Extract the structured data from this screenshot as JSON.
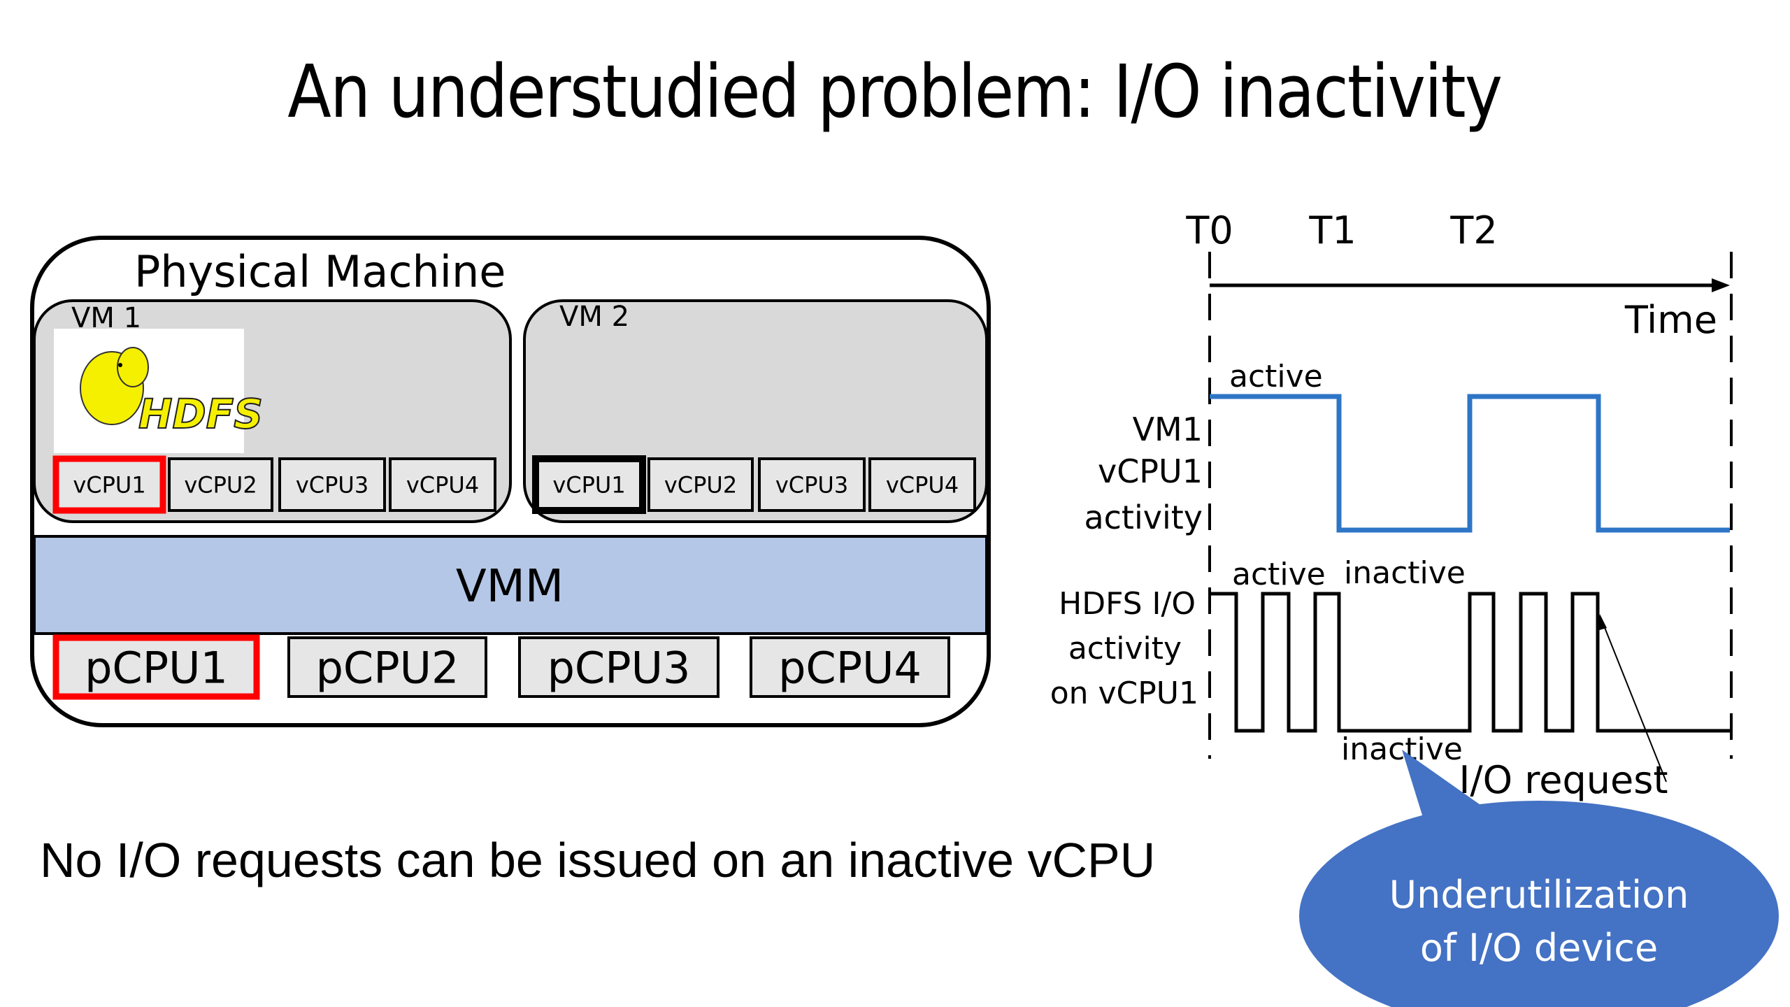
{
  "slide": {
    "title": "An understudied problem: I/O inactivity",
    "bottom_note": "No I/O requests can be issued on an inactive vCPU"
  },
  "machine": {
    "label": "Physical Machine",
    "vmm_label": "VMM",
    "vms": [
      {
        "label": "VM 1",
        "logo": "HDFS",
        "vcpus": [
          {
            "label": "vCPU1",
            "highlight": "red"
          },
          {
            "label": "vCPU2",
            "highlight": "none"
          },
          {
            "label": "vCPU3",
            "highlight": "none"
          },
          {
            "label": "vCPU4",
            "highlight": "none"
          }
        ]
      },
      {
        "label": "VM 2",
        "vcpus": [
          {
            "label": "vCPU1",
            "highlight": "bold"
          },
          {
            "label": "vCPU2",
            "highlight": "none"
          },
          {
            "label": "vCPU3",
            "highlight": "none"
          },
          {
            "label": "vCPU4",
            "highlight": "none"
          }
        ]
      }
    ],
    "pcpus": [
      {
        "label": "pCPU1",
        "highlight": "red"
      },
      {
        "label": "pCPU2",
        "highlight": "none"
      },
      {
        "label": "pCPU3",
        "highlight": "none"
      },
      {
        "label": "pCPU4",
        "highlight": "none"
      }
    ]
  },
  "timeline": {
    "time_markers": [
      "T0",
      "T1",
      "T2"
    ],
    "axis_label": "Time",
    "row1": {
      "label_lines": [
        "VM1",
        "vCPU1",
        "activity"
      ],
      "state_label": "active",
      "segments": [
        {
          "state": "high",
          "from": 0,
          "to": 1
        },
        {
          "state": "low",
          "from": 1,
          "to": 2
        },
        {
          "state": "high",
          "from": 2,
          "to": 3
        },
        {
          "state": "low",
          "from": 3,
          "to": 4
        }
      ]
    },
    "row2": {
      "label_lines": [
        "HDFS I/O",
        "activity",
        "on vCPU1"
      ],
      "label_active": "active",
      "label_inactive_top": "inactive",
      "label_inactive_bottom": "inactive",
      "pulses_first_window": 3,
      "pulses_second_window": 3
    },
    "io_request_label": "I/O request"
  },
  "callout": {
    "line1": "Underutilization",
    "line2": "of I/O device"
  },
  "colors": {
    "vmm_band": "#B4C7E7",
    "vm_fill": "#D9D9D9",
    "cpu_fill": "#E7E6E6",
    "highlight_red": "#FF0000",
    "vcpu_wave": "#2E75C6",
    "callout_fill": "#4472C4"
  }
}
